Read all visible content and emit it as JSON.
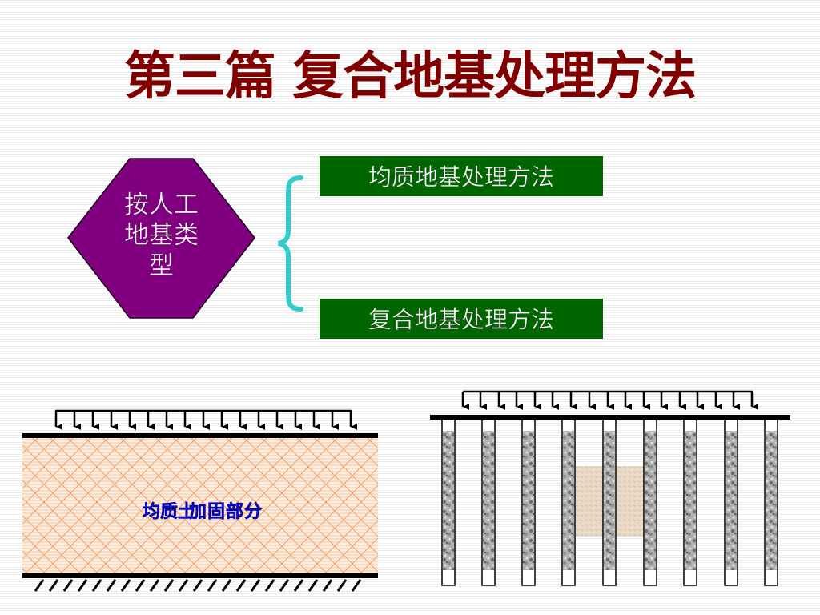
{
  "slide": {
    "title": "第三篇 复合地基处理方法",
    "title_color": "#800000"
  },
  "classification": {
    "category_shape": {
      "lines": [
        "按人工",
        "地基类",
        "型"
      ],
      "fill_color": "#800080"
    },
    "brace_color": "#33cccc",
    "options": [
      {
        "label": "均质地基处理方法",
        "fill_color": "#006600"
      },
      {
        "label": "复合地基处理方法",
        "fill_color": "#006600"
      }
    ]
  },
  "diagrams": {
    "homogeneous": {
      "label_primary": "均质土",
      "label_overlap": "加固部分",
      "label_color": "#0000ff",
      "load_arrow_count": 17,
      "fill_color": "#fde8d8",
      "hatch_color": "#e8965a"
    },
    "composite": {
      "pile_count": 9,
      "load_arrow_count": 17,
      "soil_block_color": "#e8d8c8"
    }
  }
}
